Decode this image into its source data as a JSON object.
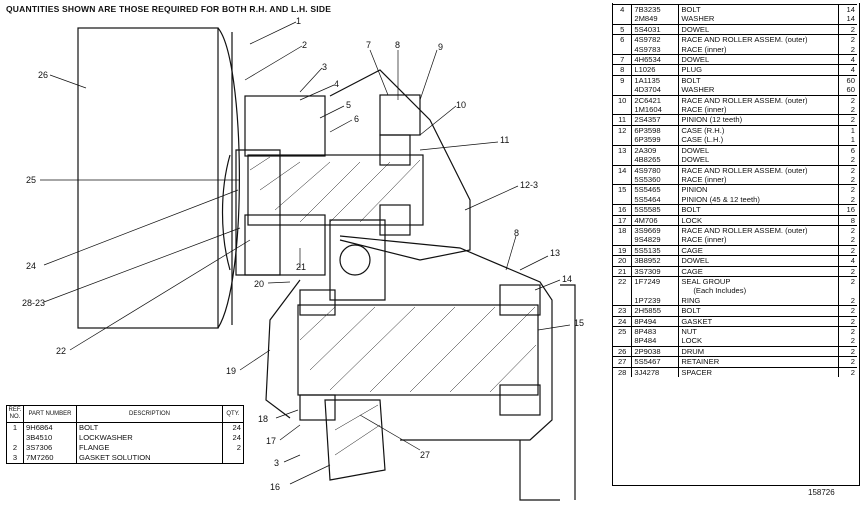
{
  "header": "QUANTITIES SHOWN ARE THOSE REQUIRED FOR BOTH R.H. AND L.H. SIDE",
  "callouts": [
    "1",
    "2",
    "3",
    "4",
    "5",
    "6",
    "7",
    "8",
    "9",
    "10",
    "11",
    "12-3",
    "8",
    "13",
    "14",
    "15",
    "27",
    "16",
    "17",
    "3",
    "18",
    "19",
    "20",
    "21",
    "22",
    "28-23",
    "24",
    "25",
    "26"
  ],
  "small_table": {
    "headers": {
      "ref": "REF. NO.",
      "part": "PART NUMBER",
      "desc": "DESCRIPTION",
      "qty": "QTY."
    },
    "rows": [
      {
        "ref": "1",
        "part": "9H6864",
        "desc": "BOLT",
        "qty": "24"
      },
      {
        "ref": "",
        "part": "3B4510",
        "desc": "LOCKWASHER",
        "qty": "24"
      },
      {
        "ref": "2",
        "part": "3S7306",
        "desc": "FLANGE",
        "qty": "2"
      },
      {
        "ref": "3",
        "part": "7M7260",
        "desc": "GASKET SOLUTION",
        "qty": ""
      }
    ]
  },
  "parts_table": [
    {
      "ref": "4",
      "part": "7B3235",
      "desc": "BOLT",
      "qty": "14"
    },
    {
      "ref": "",
      "part": "2M849",
      "desc": "WASHER",
      "qty": "14"
    },
    {
      "ref": "5",
      "part": "5S4031",
      "desc": "DOWEL",
      "qty": "2"
    },
    {
      "ref": "6",
      "part": "4S9782",
      "desc": "RACE AND ROLLER ASSEM. (outer)",
      "qty": "2"
    },
    {
      "ref": "",
      "part": "4S9783",
      "desc": "RACE (inner)",
      "qty": "2"
    },
    {
      "ref": "7",
      "part": "4H6534",
      "desc": "DOWEL",
      "qty": "4"
    },
    {
      "ref": "8",
      "part": "L1026",
      "desc": "PLUG",
      "qty": "4"
    },
    {
      "ref": "9",
      "part": "1A1135",
      "desc": "BOLT",
      "qty": "60"
    },
    {
      "ref": "",
      "part": "4D3704",
      "desc": "WASHER",
      "qty": "60"
    },
    {
      "ref": "10",
      "part": "2C6421",
      "desc": "RACE AND ROLLER ASSEM. (outer)",
      "qty": "2"
    },
    {
      "ref": "",
      "part": "1M1604",
      "desc": "RACE (inner)",
      "qty": "2"
    },
    {
      "ref": "11",
      "part": "2S4357",
      "desc": "PINION (12 teeth)",
      "qty": "2"
    },
    {
      "ref": "12",
      "part": "6P3598",
      "desc": "CASE (R.H.)",
      "qty": "1"
    },
    {
      "ref": "",
      "part": "6P3599",
      "desc": "CASE (L.H.)",
      "qty": "1"
    },
    {
      "ref": "13",
      "part": "2A309",
      "desc": "DOWEL",
      "qty": "6"
    },
    {
      "ref": "",
      "part": "4B8265",
      "desc": "DOWEL",
      "qty": "2"
    },
    {
      "ref": "14",
      "part": "4S9780",
      "desc": "RACE AND ROLLER ASSEM. (outer)",
      "qty": "2"
    },
    {
      "ref": "",
      "part": "5S5360",
      "desc": "RACE (inner)",
      "qty": "2"
    },
    {
      "ref": "15",
      "part": "5S5465",
      "desc": "PINION",
      "qty": "2"
    },
    {
      "ref": "",
      "part": "5S5464",
      "desc": "PINION (45 & 12 teeth)",
      "qty": "2"
    },
    {
      "ref": "16",
      "part": "5S5585",
      "desc": "BOLT",
      "qty": "16"
    },
    {
      "ref": "17",
      "part": "4M706",
      "desc": "LOCK",
      "qty": "8"
    },
    {
      "ref": "18",
      "part": "3S9669",
      "desc": "RACE AND ROLLER ASSEM. (outer)",
      "qty": "2"
    },
    {
      "ref": "",
      "part": "9S4829",
      "desc": "RACE (inner)",
      "qty": "2"
    },
    {
      "ref": "19",
      "part": "5S5135",
      "desc": "CAGE",
      "qty": "2"
    },
    {
      "ref": "20",
      "part": "3B8952",
      "desc": "DOWEL",
      "qty": "4"
    },
    {
      "ref": "21",
      "part": "3S7309",
      "desc": "CAGE",
      "qty": "2"
    },
    {
      "ref": "22",
      "part": "1F7249",
      "desc": "SEAL GROUP",
      "qty": "2"
    },
    {
      "ref": "",
      "part": "",
      "desc": "(Each Includes)",
      "qty": "",
      "sub": true
    },
    {
      "ref": "",
      "part": "1P7239",
      "desc": "RING",
      "qty": "2"
    },
    {
      "ref": "23",
      "part": "2H5855",
      "desc": "BOLT",
      "qty": "2"
    },
    {
      "ref": "24",
      "part": "8P494",
      "desc": "GASKET",
      "qty": "2"
    },
    {
      "ref": "25",
      "part": "8P483",
      "desc": "NUT",
      "qty": "2"
    },
    {
      "ref": "",
      "part": "8P484",
      "desc": "LOCK",
      "qty": "2"
    },
    {
      "ref": "26",
      "part": "2P9038",
      "desc": "DRUM",
      "qty": "2"
    },
    {
      "ref": "27",
      "part": "5S5467",
      "desc": "RETAINER",
      "qty": "2"
    },
    {
      "ref": "28",
      "part": "3J4278",
      "desc": "SPACER",
      "qty": "2"
    }
  ],
  "figure_number": "158726"
}
